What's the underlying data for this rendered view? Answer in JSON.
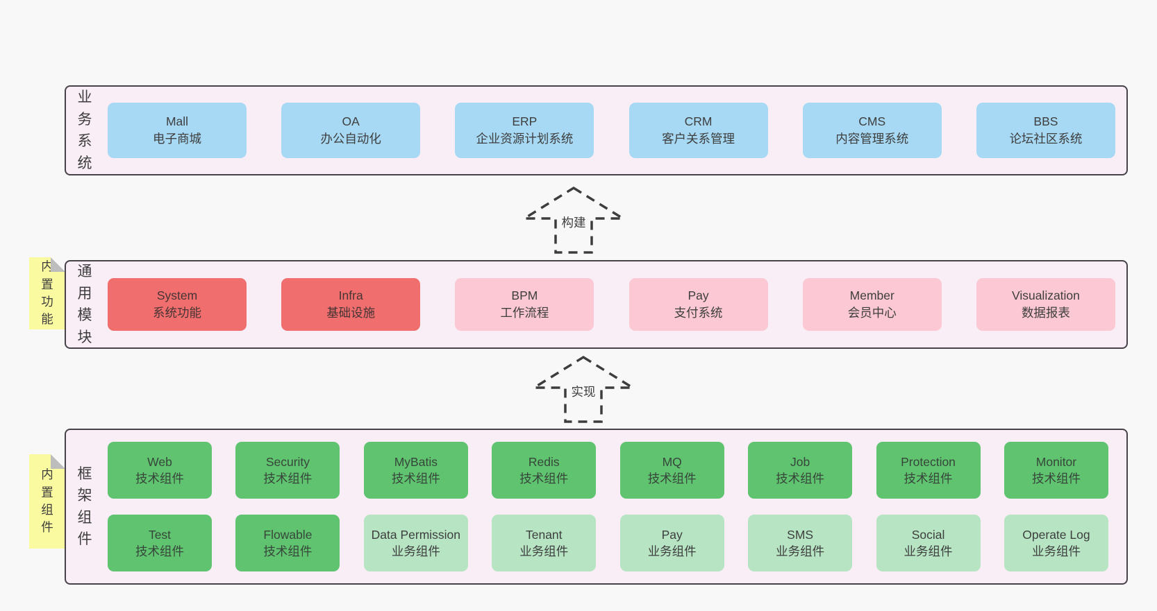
{
  "colors": {
    "page_bg": "#f8f8f8",
    "layer_bg": "#f9edf6",
    "layer_border": "#47424a",
    "blue": "#a7d9f4",
    "red": "#f06e6d",
    "pink": "#fbc8d3",
    "green": "#60c370",
    "green_light": "#b7e5c4",
    "note_yellow": "#fafaa0",
    "text": "#3e3e3e"
  },
  "arrows": [
    {
      "label": "构建"
    },
    {
      "label": "实现"
    }
  ],
  "layers": {
    "business": {
      "title": "业务系统",
      "boxes": [
        {
          "name": "Mall",
          "desc": "电子商城"
        },
        {
          "name": "OA",
          "desc": "办公自动化"
        },
        {
          "name": "ERP",
          "desc": "企业资源计划系统"
        },
        {
          "name": "CRM",
          "desc": "客户关系管理"
        },
        {
          "name": "CMS",
          "desc": "内容管理系统"
        },
        {
          "name": "BBS",
          "desc": "论坛社区系统"
        }
      ]
    },
    "modules": {
      "title": "通用模块",
      "note": "内置功能",
      "boxes": [
        {
          "name": "System",
          "desc": "系统功能"
        },
        {
          "name": "Infra",
          "desc": "基础设施"
        },
        {
          "name": "BPM",
          "desc": "工作流程"
        },
        {
          "name": "Pay",
          "desc": "支付系统"
        },
        {
          "name": "Member",
          "desc": "会员中心"
        },
        {
          "name": "Visualization",
          "desc": "数据报表"
        }
      ]
    },
    "framework": {
      "title": "框架组件",
      "note": "内置组件",
      "row1": [
        {
          "name": "Web",
          "desc": "技术组件"
        },
        {
          "name": "Security",
          "desc": "技术组件"
        },
        {
          "name": "MyBatis",
          "desc": "技术组件"
        },
        {
          "name": "Redis",
          "desc": "技术组件"
        },
        {
          "name": "MQ",
          "desc": "技术组件"
        },
        {
          "name": "Job",
          "desc": "技术组件"
        },
        {
          "name": "Protection",
          "desc": "技术组件"
        },
        {
          "name": "Monitor",
          "desc": "技术组件"
        }
      ],
      "row2": [
        {
          "name": "Test",
          "desc": "技术组件"
        },
        {
          "name": "Flowable",
          "desc": "技术组件"
        },
        {
          "name": "Data Permission",
          "desc": "业务组件"
        },
        {
          "name": "Tenant",
          "desc": "业务组件"
        },
        {
          "name": "Pay",
          "desc": "业务组件"
        },
        {
          "name": "SMS",
          "desc": "业务组件"
        },
        {
          "name": "Social",
          "desc": "业务组件"
        },
        {
          "name": "Operate Log",
          "desc": "业务组件"
        }
      ]
    }
  }
}
